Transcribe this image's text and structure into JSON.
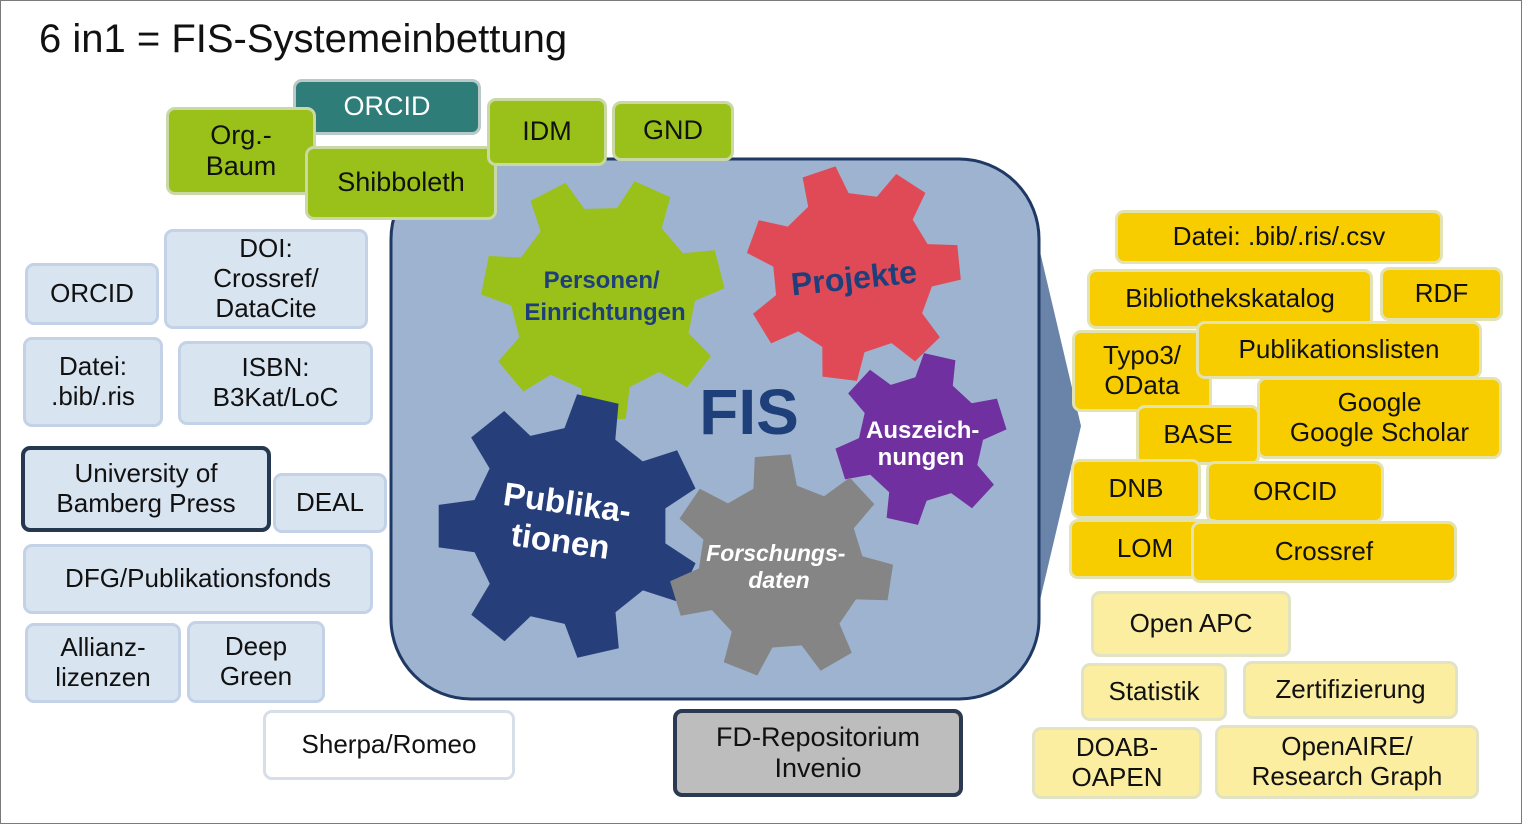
{
  "title": "6 in1 = FIS-Systemeinbettung",
  "center": {
    "label": "FIS"
  },
  "gears": {
    "personen": "Personen/\nEinrichtungen",
    "projekte": "Projekte",
    "publikationen": "Publika-\ntionen",
    "auszeichnungen": "Auszeich-\nnungen",
    "forschungsdaten": "Forschungs-\ndaten"
  },
  "top_sources": {
    "orcid": "ORCID",
    "org_baum": "Org.-\nBaum",
    "shibboleth": "Shibboleth",
    "idm": "IDM",
    "gnd": "GND"
  },
  "left_sources": {
    "orcid": "ORCID",
    "doi": "DOI:\nCrossref/\nDataCite",
    "datei": "Datei:\n.bib/.ris",
    "isbn": "ISBN:\nB3Kat/LoC",
    "ubp": "University of\nBamberg Press",
    "deal": "DEAL",
    "dfg": "DFG/Publikationsfonds",
    "allianz": "Allianz-\nlizenzen",
    "deep_green": "Deep\nGreen",
    "sherpa": "Sherpa/Romeo"
  },
  "bottom": {
    "fd_repo": "FD-Repositorium\nInvenio"
  },
  "right_outputs": {
    "datei": "Datei: .bib/.ris/.csv",
    "bibliothekskatalog": "Bibliothekskatalog",
    "rdf": "RDF",
    "typo3": "Typo3/\nOData",
    "publikationslisten": "Publikationslisten",
    "google": "Google\nGoogle Scholar",
    "base": "BASE",
    "dnb": "DNB",
    "orcid": "ORCID",
    "lom": "LOM",
    "crossref": "Crossref",
    "open_apc": "Open APC",
    "statistik": "Statistik",
    "zertifizierung": "Zertifizierung",
    "doab": "DOAB-\nOAPEN",
    "openaire": "OpenAIRE/\nResearch Graph"
  },
  "colors": {
    "panel_fill": "#9db3cf",
    "panel_stroke": "#1f3864",
    "arrow": "#6a83a8",
    "gear_personen": "#99c11a",
    "gear_projekte": "#e04a57",
    "gear_publikationen": "#263f7a",
    "gear_auszeichnungen": "#7030a0",
    "gear_forschungsdaten": "#858585",
    "fis_text": "#1f3f7a"
  }
}
